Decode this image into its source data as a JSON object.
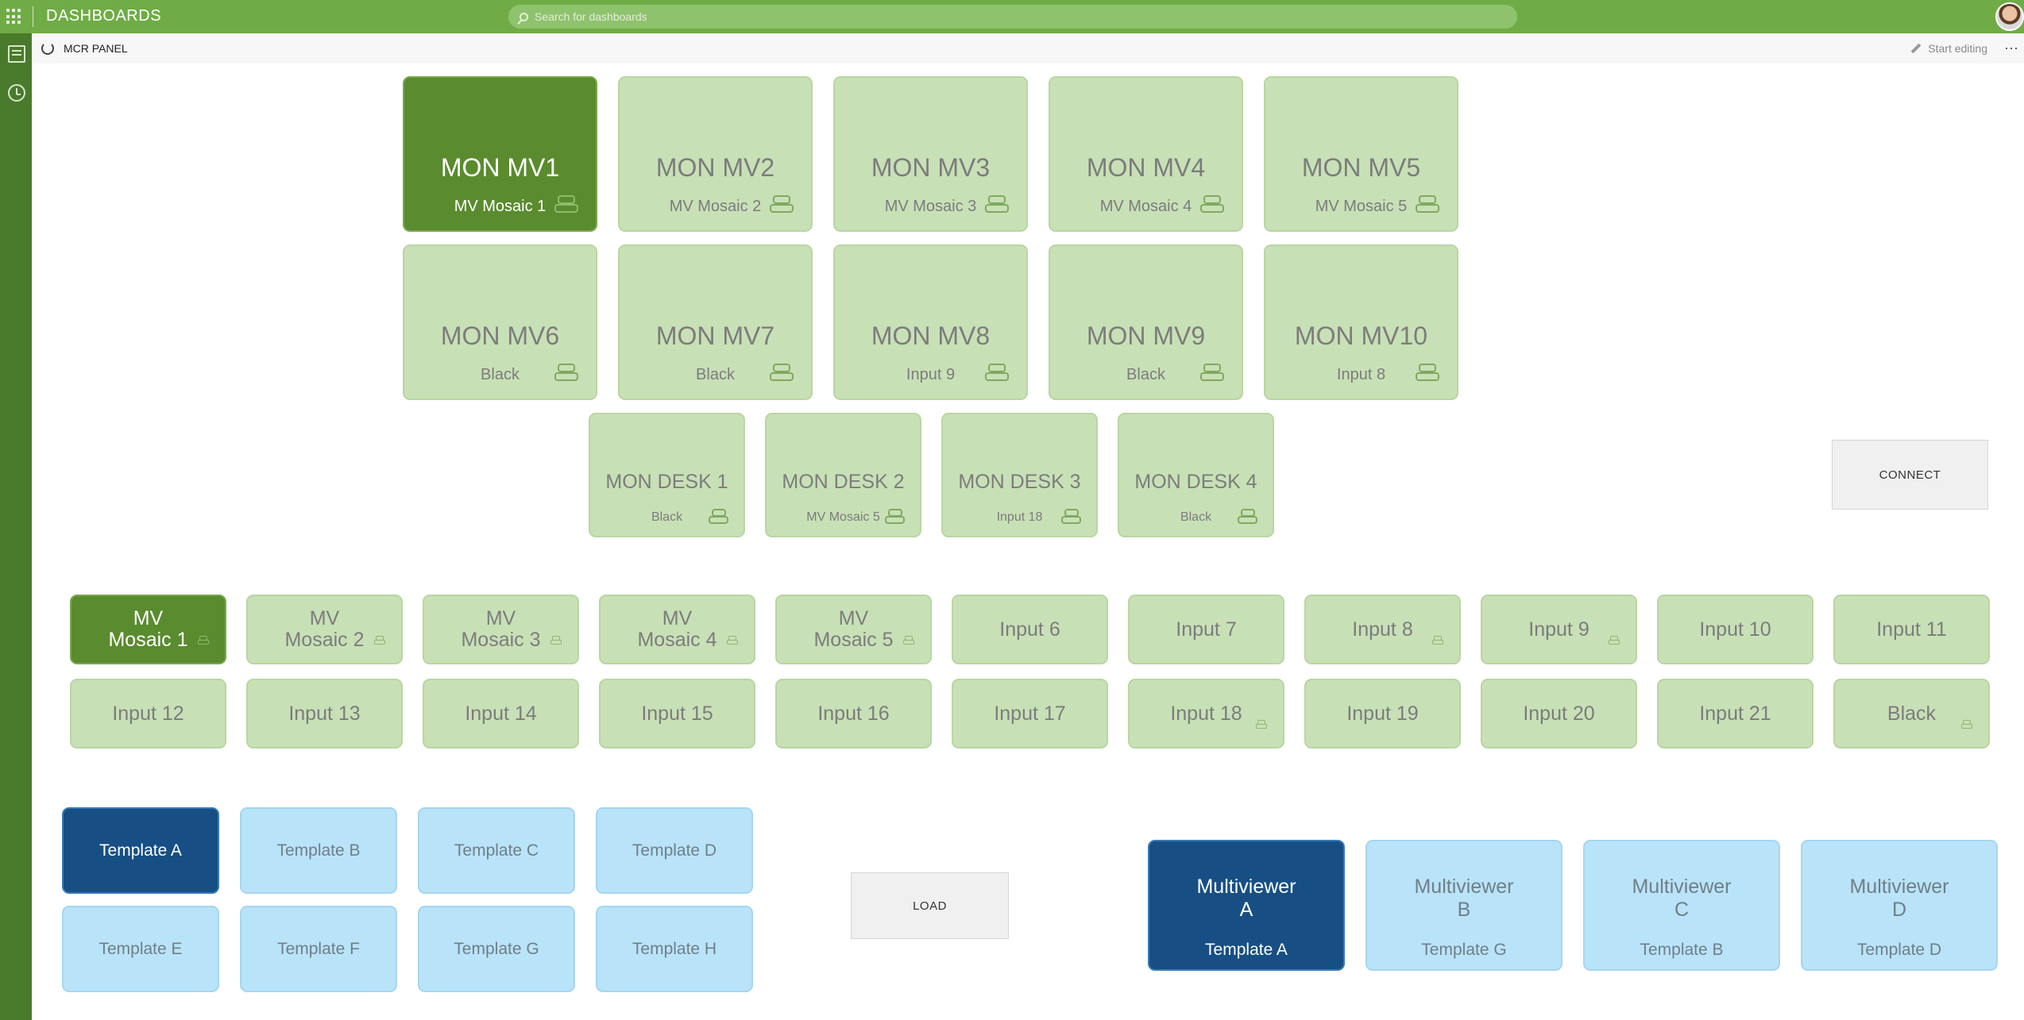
{
  "topbar": {
    "title": "DASHBOARDS",
    "search_placeholder": "Search for dashboards"
  },
  "subbar": {
    "page_title": "MCR PANEL",
    "edit_label": "Start editing",
    "more": "⋯"
  },
  "monitors_row1": [
    {
      "name": "MON MV1",
      "source": "MV Mosaic 1",
      "active": true
    },
    {
      "name": "MON MV2",
      "source": "MV Mosaic 2",
      "active": false
    },
    {
      "name": "MON MV3",
      "source": "MV Mosaic 3",
      "active": false
    },
    {
      "name": "MON MV4",
      "source": "MV Mosaic 4",
      "active": false
    },
    {
      "name": "MON MV5",
      "source": "MV Mosaic 5",
      "active": false
    }
  ],
  "monitors_row2": [
    {
      "name": "MON MV6",
      "source": "Black"
    },
    {
      "name": "MON MV7",
      "source": "Black"
    },
    {
      "name": "MON MV8",
      "source": "Input 9"
    },
    {
      "name": "MON MV9",
      "source": "Black"
    },
    {
      "name": "MON MV10",
      "source": "Input 8"
    }
  ],
  "desks": [
    {
      "name": "MON DESK 1",
      "source": "Black"
    },
    {
      "name": "MON DESK 2",
      "source": "MV Mosaic 5"
    },
    {
      "name": "MON DESK 3",
      "source": "Input 18"
    },
    {
      "name": "MON DESK 4",
      "source": "Black"
    }
  ],
  "connect_label": "CONNECT",
  "sources_row1": [
    {
      "label": "MV\nMosaic 1",
      "active": true,
      "linked": true
    },
    {
      "label": "MV\nMosaic 2",
      "active": false,
      "linked": true
    },
    {
      "label": "MV\nMosaic 3",
      "active": false,
      "linked": true
    },
    {
      "label": "MV\nMosaic 4",
      "active": false,
      "linked": true
    },
    {
      "label": "MV\nMosaic 5",
      "active": false,
      "linked": true
    },
    {
      "label": "Input 6",
      "active": false,
      "linked": false
    },
    {
      "label": "Input 7",
      "active": false,
      "linked": false
    },
    {
      "label": "Input 8",
      "active": false,
      "linked": true
    },
    {
      "label": "Input 9",
      "active": false,
      "linked": true
    },
    {
      "label": "Input 10",
      "active": false,
      "linked": false
    },
    {
      "label": "Input 11",
      "active": false,
      "linked": false
    }
  ],
  "sources_row2": [
    {
      "label": "Input 12",
      "linked": false
    },
    {
      "label": "Input 13",
      "linked": false
    },
    {
      "label": "Input 14",
      "linked": false
    },
    {
      "label": "Input 15",
      "linked": false
    },
    {
      "label": "Input 16",
      "linked": false
    },
    {
      "label": "Input 17",
      "linked": false
    },
    {
      "label": "Input 18",
      "linked": true
    },
    {
      "label": "Input 19",
      "linked": false
    },
    {
      "label": "Input 20",
      "linked": false
    },
    {
      "label": "Input 21",
      "linked": false
    },
    {
      "label": "Black",
      "linked": true
    }
  ],
  "templates": [
    {
      "label": "Template A",
      "active": true
    },
    {
      "label": "Template B",
      "active": false
    },
    {
      "label": "Template C",
      "active": false
    },
    {
      "label": "Template D",
      "active": false
    },
    {
      "label": "Template E",
      "active": false
    },
    {
      "label": "Template F",
      "active": false
    },
    {
      "label": "Template G",
      "active": false
    },
    {
      "label": "Template H",
      "active": false
    }
  ],
  "load_label": "LOAD",
  "multiviewers": [
    {
      "name": "Multiviewer\nA",
      "template": "Template A",
      "active": true
    },
    {
      "name": "Multiviewer\nB",
      "template": "Template G",
      "active": false
    },
    {
      "name": "Multiviewer\nC",
      "template": "Template B",
      "active": false
    },
    {
      "name": "Multiviewer\nD",
      "template": "Template D",
      "active": false
    }
  ],
  "colors": {
    "topbar": "#6fac46",
    "sidebar": "#4a7a2c",
    "green_active": "#5a8b2e",
    "green_idle": "#c8e0b6",
    "blue_active": "#174f84",
    "blue_idle": "#b9e3f8"
  }
}
